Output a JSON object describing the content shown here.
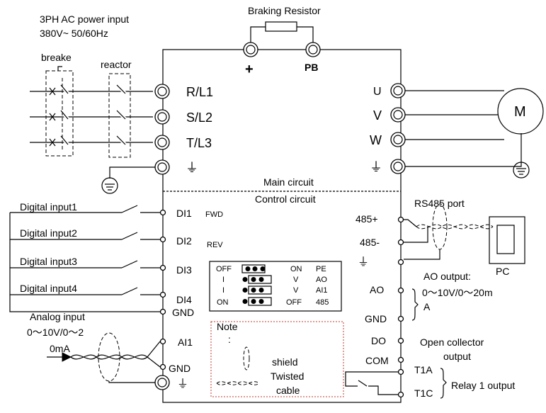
{
  "power": {
    "title": "3PH AC power input",
    "spec": "380V~ 50/60Hz",
    "breaker": "breake",
    "reactor": "reactor"
  },
  "brake": {
    "title": "Braking Resistor",
    "plus": "+",
    "pb": "PB"
  },
  "main_terms": [
    "R/L1",
    "S/L2",
    "T/L3"
  ],
  "out_terms": [
    "U",
    "V",
    "W"
  ],
  "motor": "M",
  "ground_glyph": "⏚",
  "sections": {
    "main": "Main circuit",
    "control": "Control circuit"
  },
  "digital_inputs": [
    {
      "label": "Digital input1",
      "term": "DI1",
      "func": "FWD"
    },
    {
      "label": "Digital input2",
      "term": "DI2",
      "func": "REV"
    },
    {
      "label": "Digital input3",
      "term": "DI3",
      "func": ""
    },
    {
      "label": "Digital input4",
      "term": "DI4",
      "func": ""
    }
  ],
  "gnd": "GND",
  "analog": {
    "title": "Analog input",
    "range_line1": "0～10V/0～2",
    "range_line2": "0mA",
    "term": "AI1",
    "gnd": "GND"
  },
  "jumpers": [
    {
      "left": "OFF",
      "right": "ON",
      "name": "PE"
    },
    {
      "left": "I",
      "right": "V",
      "name": "AO"
    },
    {
      "left": "I",
      "right": "V",
      "name": "AI1"
    },
    {
      "left": "ON",
      "right": "OFF",
      "name": "485"
    }
  ],
  "note": {
    "title": "Note",
    "colon": ":",
    "shield": "shield",
    "twisted": "Twisted",
    "cable": "cable"
  },
  "rs485": {
    "title": "RS485 port",
    "plus": "485+",
    "minus": "485-",
    "pc": "PC"
  },
  "ao": {
    "title": "AO output:",
    "term": "AO",
    "range": "0～10V/0～20m",
    "unit": "A",
    "gnd": "GND"
  },
  "do": {
    "term": "DO",
    "com": "COM",
    "label_line1": "Open collector",
    "label_line2": "output"
  },
  "relay": {
    "t1a": "T1A",
    "t1c": "T1C",
    "label": "Relay 1 output"
  }
}
